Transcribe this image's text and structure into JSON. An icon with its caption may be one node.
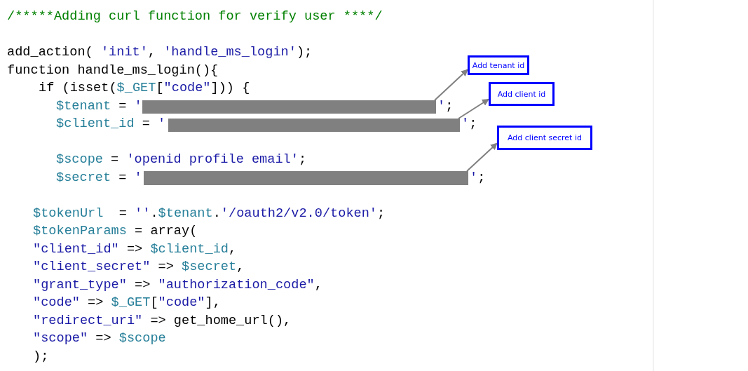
{
  "diagram": {
    "nodes": [
      {
        "text": [
          "Add tenant id"
        ]
      },
      {
        "text": [
          "Add client id"
        ]
      },
      {
        "text": [
          "Add client secret id"
        ]
      },
      {
        "text": [],
        "shape": "bar"
      },
      {
        "text": [],
        "shape": "bar"
      },
      {
        "text": [],
        "shape": "bar"
      }
    ],
    "edges": [
      {
        "from": 3,
        "to": 0,
        "arrow": "to"
      },
      {
        "from": 4,
        "to": 1,
        "arrow": "to"
      },
      {
        "from": 5,
        "to": 2,
        "arrow": "to"
      }
    ],
    "labels": [
      "/*****Adding curl function for verify user ****/",
      "add_action( 'init', 'handle_ms_login');",
      "function handle_ms_login(){",
      "if (isset($_GET[\"code\"])) {",
      "$tenant = '",
      "';",
      "$client_id = '",
      "';",
      "$scope = 'openid profile email';",
      "$secret = '",
      "';",
      "$tokenUrl  = ''.$tenant.'/oauth2/v2.0/token';",
      "$tokenParams = array(",
      "\"client_id\" => $client_id,",
      "\"client_secret\" => $secret,",
      "\"grant_type\" => \"authorization_code\",",
      "\"code\" => $_GET[\"code\"],",
      "\"redirect_uri\" => get_home_url(),",
      "\"scope\" => $scope",
      ");"
    ]
  }
}
